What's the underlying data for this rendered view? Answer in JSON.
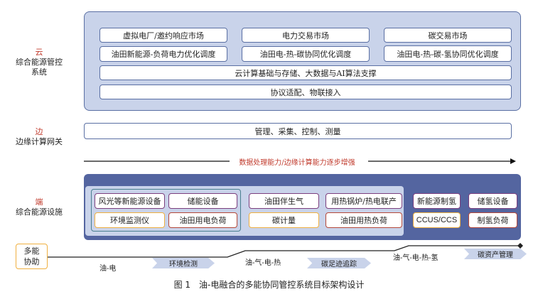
{
  "cloud": {
    "tier": "云",
    "name_line1": "综合能源管控",
    "name_line2": "系统",
    "row1": [
      "虚拟电厂/邀约响应市场",
      "电力交易市场",
      "碳交易市场"
    ],
    "row2": [
      "油田新能源-负荷电力优化调度",
      "油田电-热-碳协同优化调度",
      "油田电-热-碳-氢协同优化调度"
    ],
    "row3": "云计算基础与存储、大数据与AI算法支撑",
    "row4": "协议适配、物联接入"
  },
  "edge": {
    "tier": "边",
    "name": "边缘计算网关",
    "box": "管理、采集、控制、测量"
  },
  "arrow_text": "数据处理能力/边缘计算能力逐步增强",
  "device": {
    "tier": "端",
    "name": "综合能源设施",
    "g1": [
      "风光等新能源设备",
      "储能设备",
      "环境监测仪",
      "油田用电负荷"
    ],
    "g2": [
      "油田伴生气",
      "用热锅炉/热电联产",
      "碳计量",
      "油田用热负荷"
    ],
    "g3": [
      "新能源制氢",
      "储氢设备",
      "CCUS/CCS",
      "制氢负荷"
    ]
  },
  "timeline": {
    "start": "多能协助",
    "start_l1": "多能",
    "start_l2": "协助",
    "stages": [
      {
        "energy": "油-电",
        "tag": "环境检测"
      },
      {
        "energy": "油-气-电-热",
        "tag": "碳足迹追踪"
      },
      {
        "energy": "油-气-电-热-氢",
        "tag": "碳资产管理"
      }
    ]
  },
  "caption": "图 1　油-电融合的多能协同管控系统目标架构设计",
  "colors": {
    "cloud_fill": "#c9d3ea",
    "device_fill": "#5465a0",
    "accent_red": "#c0392b"
  }
}
